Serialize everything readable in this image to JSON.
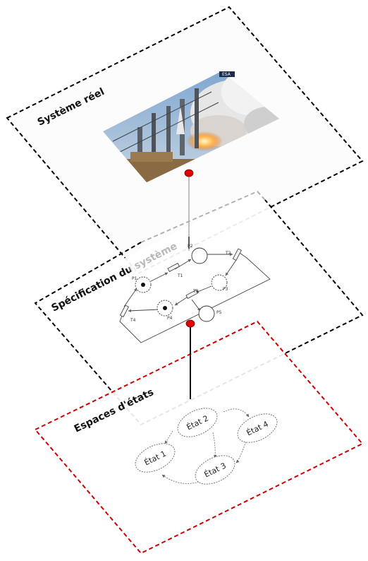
{
  "layers": {
    "real": {
      "title": "Système réel",
      "photo_badge": "ESA",
      "frame_color": "#000000"
    },
    "spec": {
      "title": "Spécification du système",
      "frame_color": "#000000",
      "ghost_color": "#b0b0b0"
    },
    "states": {
      "title": "Espaces d'états",
      "frame_color": "#d00000"
    }
  },
  "petri_net": {
    "places": [
      "P1",
      "P2",
      "P3",
      "P4",
      "P5"
    ],
    "transitions": [
      "T1",
      "T2",
      "T3",
      "T4"
    ]
  },
  "state_space": {
    "states": [
      "État 1",
      "État 2",
      "État 3",
      "État 4"
    ]
  },
  "connectors": {
    "marker_color": "#e00000"
  }
}
